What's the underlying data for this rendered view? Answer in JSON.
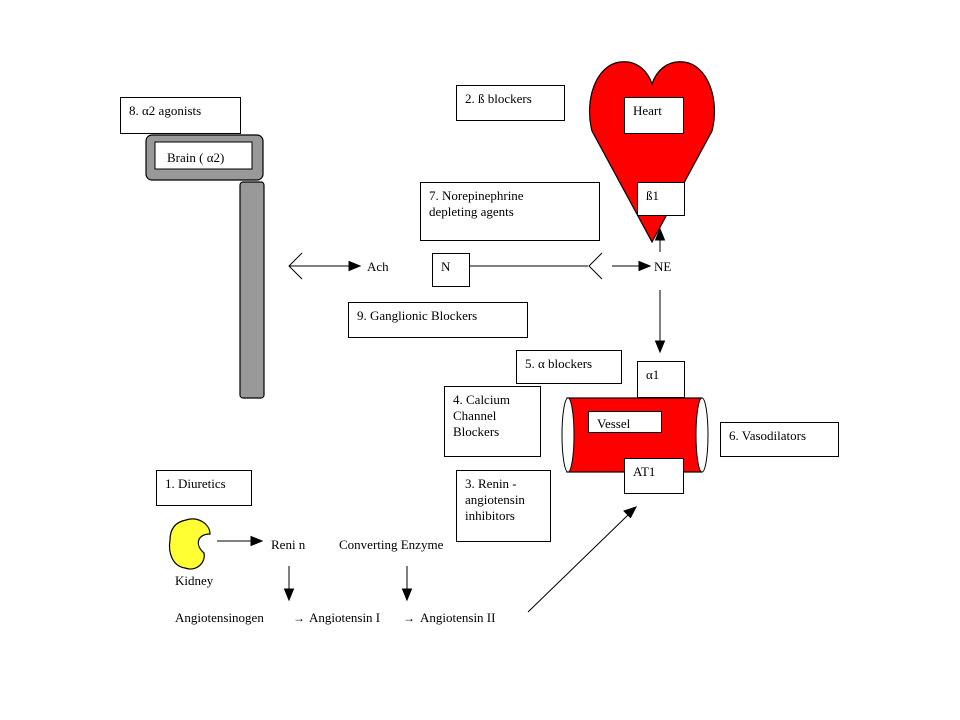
{
  "labels": {
    "alpha2_agonists": "8. α2 agonists",
    "brain": "Brain ( α2)",
    "beta_blockers": "2. ß blockers",
    "heart": "Heart",
    "beta1": "ß1",
    "norepinephrine_depleting": "7.  Norepinephrine\ndepleting agents",
    "ach": "Ach",
    "n": "N",
    "ne": "NE",
    "ganglionic_blockers": "9. Ganglionic Blockers",
    "alpha_blockers": "5.  α blockers",
    "alpha1": "α1",
    "calcium_channel_blockers": "4. Calcium\nChannel\nBlockers",
    "vessel": "Vessel",
    "vasodilators": "6. Vasodilators",
    "at1": "AT1",
    "diuretics": "1. Diuretics",
    "renin_angiotensin_inhibitors": "3. Renin -\nangiotensin\ninhibitors",
    "renin": "Reni n",
    "converting_enzyme": "Converting   Enzyme",
    "kidney": "Kidney",
    "angiotensinogen": "Angiotensinogen",
    "angiotensin_1": "Angiotensin I",
    "angiotensin_2": "Angiotensin   II",
    "arrow_glyph": "→"
  },
  "colors": {
    "heart_red": "#ff0000",
    "vessel_red": "#ff0000",
    "nerve_gray": "#999999",
    "kidney_yellow": "#ffff33"
  }
}
